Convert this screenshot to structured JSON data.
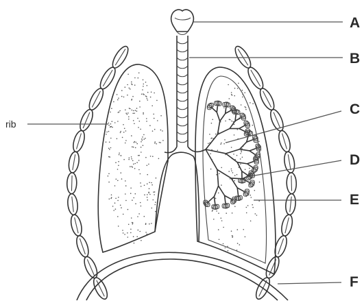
{
  "diagram": {
    "labels": [
      {
        "id": "A",
        "text": "A"
      },
      {
        "id": "B",
        "text": "B"
      },
      {
        "id": "C",
        "text": "C"
      },
      {
        "id": "D",
        "text": "D"
      },
      {
        "id": "E",
        "text": "E"
      },
      {
        "id": "F",
        "text": "F"
      }
    ],
    "rib_label": "rib",
    "colors": {
      "ink": "#333333",
      "label": "#2a2a2a",
      "background": "#ffffff"
    }
  }
}
